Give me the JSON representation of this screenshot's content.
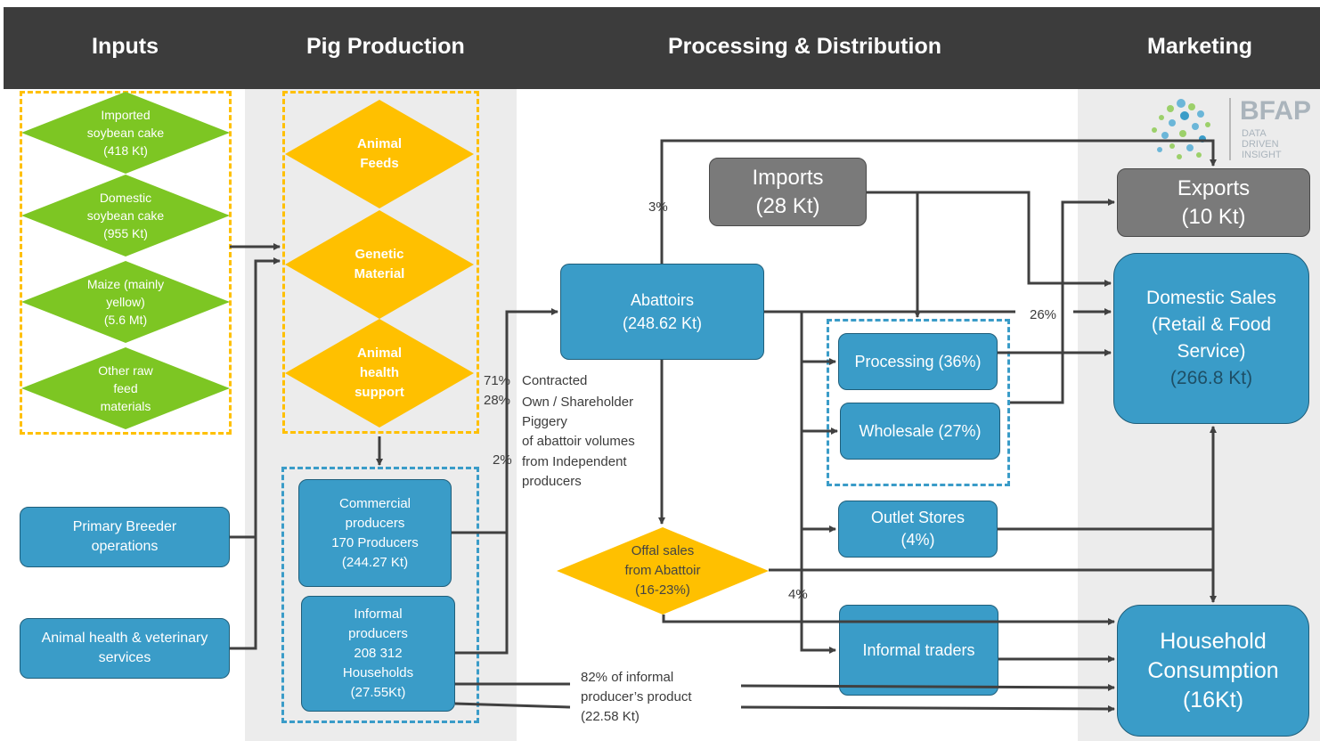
{
  "header": {
    "inputs": "Inputs",
    "pig_production": "Pig Production",
    "processing": "Processing & Distribution",
    "marketing": "Marketing"
  },
  "logo": {
    "name": "BFAP",
    "tagline": "DATA\nDRIVEN\nINSIGHT"
  },
  "inputs": {
    "soy_imported": "Imported\nsoybean cake\n(418 Kt)",
    "soy_domestic": "Domestic\nsoybean cake\n(955 Kt)",
    "maize": "Maize (mainly\nyellow)\n(5.6 Mt)",
    "other_feed": "Other raw\nfeed\nmaterials",
    "breeder": "Primary Breeder\noperations",
    "vet": "Animal health & veterinary\nservices"
  },
  "production": {
    "feeds": "Animal\nFeeds",
    "genetic": "Genetic\nMaterial",
    "health": "Animal\nhealth\nsupport",
    "commercial": "Commercial\nproducers\n170 Producers\n(244.27 Kt)",
    "informal": "Informal\nproducers\n208 312\nHouseholds\n(27.55Kt)"
  },
  "processing": {
    "imports": "Imports\n(28 Kt)",
    "abattoirs": "Abattoirs\n(248.62 Kt)",
    "processing": "Processing (36%)",
    "wholesale": "Wholesale (27%)",
    "outlet": "Outlet Stores\n(4%)",
    "offal": "Offal sales\nfrom Abattoir\n(16-23%)",
    "informal_traders": "Informal traders"
  },
  "marketing": {
    "exports": "Exports\n(10 Kt)",
    "domestic": "Domestic Sales\n(Retail & Food\nService)",
    "domestic_value": "(266.8 Kt)",
    "household": "Household\nConsumption\n(16Kt)"
  },
  "labels": {
    "pct_3": "3%",
    "pct_26": "26%",
    "pct_4": "4%",
    "pct_71": "71%",
    "pct_28": "28%",
    "pct_2": "2%",
    "contracted": "Contracted",
    "own": "Own / Shareholder\nPiggery\nof abattoir volumes",
    "independent": "from Independent\nproducers",
    "informal_share": "82% of informal\nproducer’s product\n(22.58 Kt)"
  },
  "colors": {
    "header": "#3c3c3c",
    "blue_box": "#3a9cc8",
    "gray_box": "#7a7a7a",
    "green": "#7dc623",
    "yellow": "#ffc000",
    "arrow": "#404040",
    "dash_yellow": "#ffc000",
    "dash_blue": "#3a9cc8"
  }
}
